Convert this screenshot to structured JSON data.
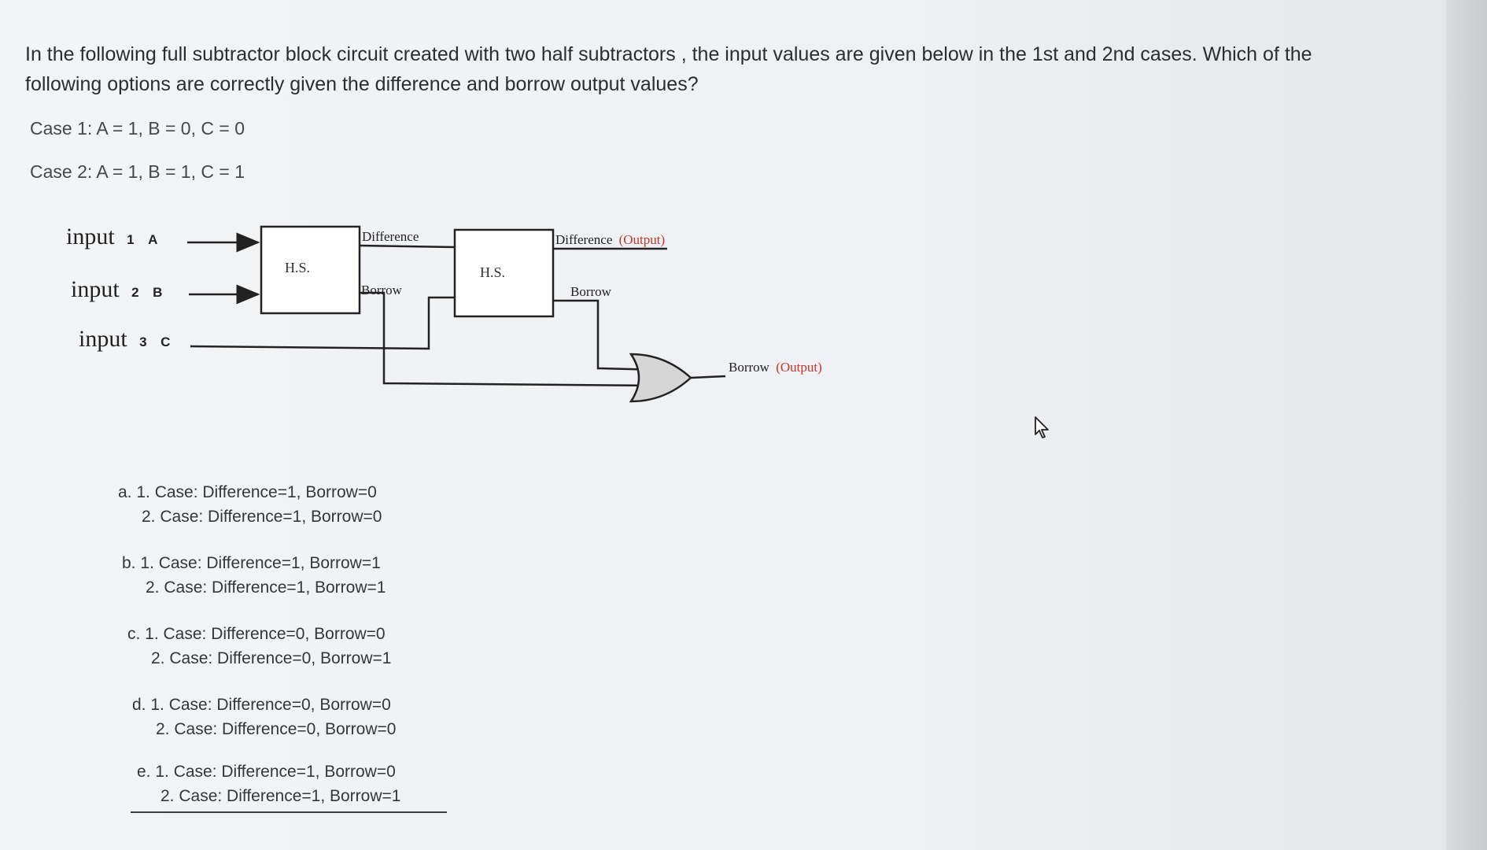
{
  "question": {
    "text": "In the following full subtractor block circuit created with two half subtractors , the input values are given below in the 1st and 2nd cases. Which of the following options are correctly given the difference and borrow output values?",
    "case1": "Case 1: A = 1, B = 0, C = 0",
    "case2": "Case 2: A = 1, B = 1, C = 1"
  },
  "circuit": {
    "input1_label": "input",
    "input1_num": "1",
    "input1_var": "A",
    "input2_label": "input",
    "input2_num": "2",
    "input2_var": "B",
    "input3_label": "input",
    "input3_num": "3",
    "input3_var": "C",
    "hs1_label": "H.S.",
    "hs2_label": "H.S.",
    "hs1_difference": "Difference",
    "hs1_borrow": "Borrow",
    "hs2_difference": "Difference",
    "hs2_difference_output": "(Output)",
    "hs2_borrow": "Borrow",
    "borrow_output": "Borrow",
    "borrow_output_tag": "(Output)",
    "output_tag_color": "#c0392b"
  },
  "options": [
    {
      "line1": "a. 1. Case: Difference=1, Borrow=0",
      "line2": "2. Case: Difference=1, Borrow=0"
    },
    {
      "line1": "b. 1. Case: Difference=1, Borrow=1",
      "line2": "2. Case: Difference=1, Borrow=1"
    },
    {
      "line1": "c. 1. Case: Difference=0, Borrow=0",
      "line2": "2. Case: Difference=0, Borrow=1"
    },
    {
      "line1": "d. 1. Case: Difference=0, Borrow=0",
      "line2": "2. Case: Difference=0, Borrow=0"
    },
    {
      "line1": "e. 1. Case: Difference=1, Borrow=0",
      "line2": "2. Case: Difference=1, Borrow=1"
    }
  ],
  "cursor_icon": "mouse-pointer-icon"
}
